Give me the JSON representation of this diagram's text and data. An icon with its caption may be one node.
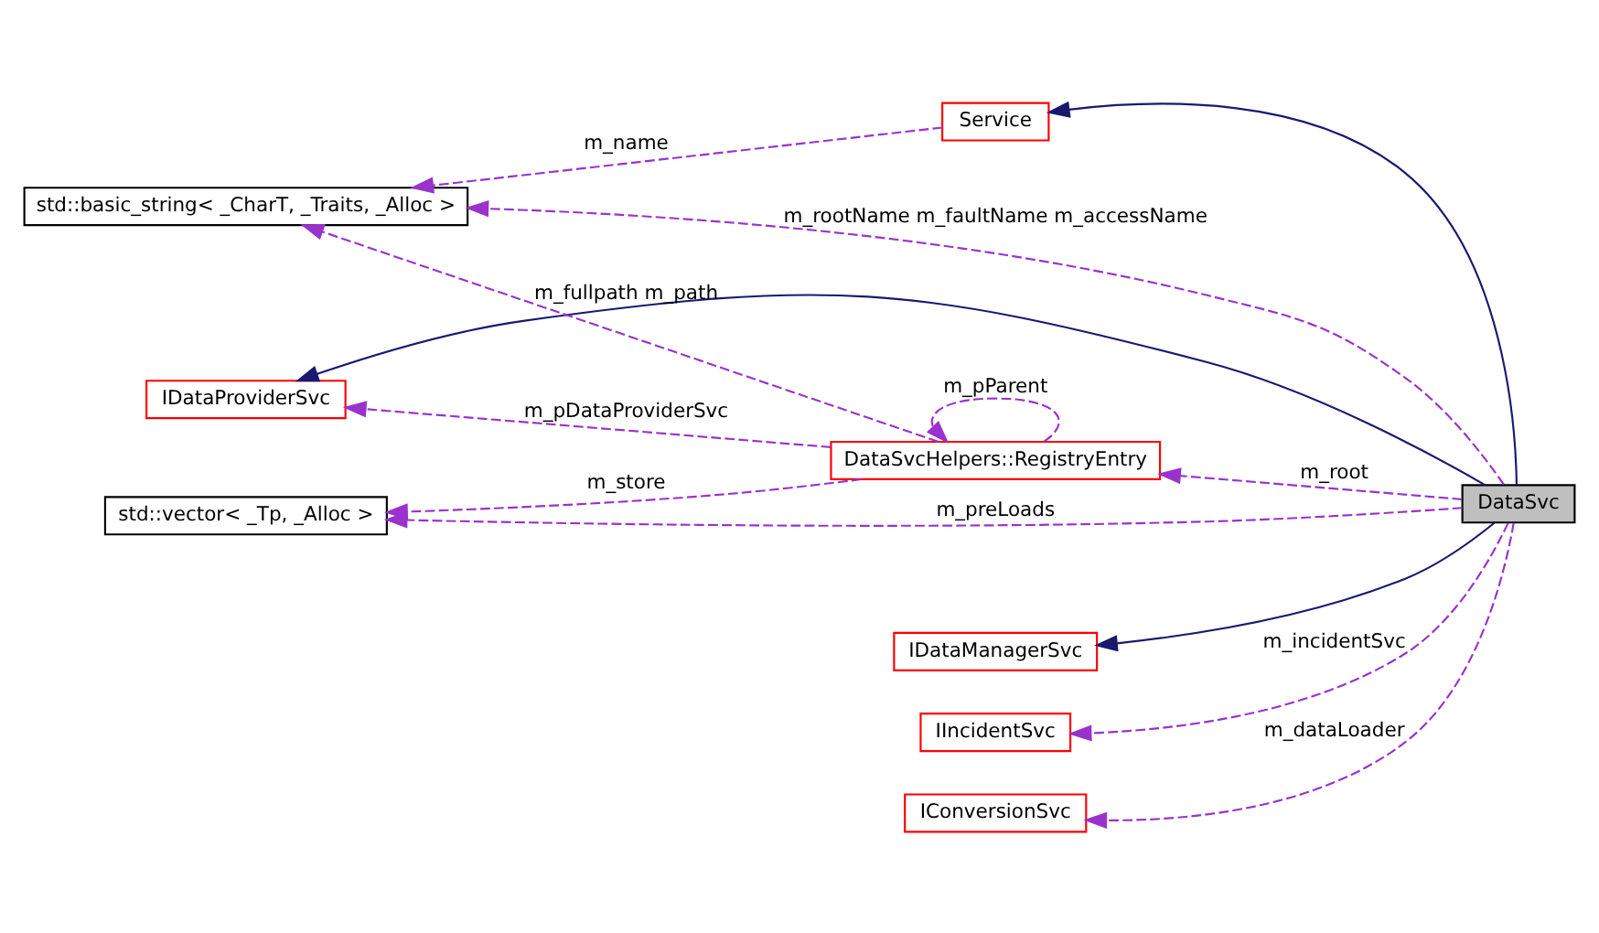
{
  "diagram": {
    "nodes": [
      {
        "text": [
          "Service"
        ]
      },
      {
        "text": [
          "std::basic_string< _CharT, _Traits, _Alloc >"
        ]
      },
      {
        "text": [
          "std::vector< _Tp, _Alloc >"
        ]
      },
      {
        "text": [
          "IDataManagerSvc"
        ]
      },
      {
        "text": [
          "DataSvc"
        ]
      },
      {
        "text": [
          "IIncidentSvc"
        ]
      },
      {
        "text": [
          "DataSvcHelpers::RegistryEntry"
        ]
      },
      {
        "text": [
          "IDataProviderSvc"
        ]
      },
      {
        "text": [
          "IConversionSvc"
        ]
      }
    ],
    "edges": [
      {
        "from": 4,
        "to": 0,
        "arrow": "to",
        "color": "#191970"
      },
      {
        "from": 0,
        "to": 1,
        "arrow": "to",
        "label": "m_name",
        "style": "dashed"
      },
      {
        "from": 4,
        "to": 1,
        "arrow": "to",
        "label": "m_rootName m_faultName m_accessName",
        "style": "dashed"
      },
      {
        "from": 6,
        "to": 1,
        "arrow": "to",
        "label": "m_fullpath m_path",
        "style": "dashed"
      },
      {
        "from": 4,
        "to": 2,
        "arrow": "to",
        "label": "m_preLoads",
        "style": "dashed"
      },
      {
        "from": 6,
        "to": 2,
        "arrow": "to",
        "label": "m_store",
        "style": "dashed"
      },
      {
        "from": 4,
        "to": 3,
        "arrow": "to",
        "color": "#191970"
      },
      {
        "from": 4,
        "to": 5,
        "arrow": "to",
        "label": "m_incidentSvc",
        "style": "dashed"
      },
      {
        "from": 4,
        "to": 6,
        "arrow": "to",
        "label": "m_root",
        "style": "dashed"
      },
      {
        "from": 6,
        "to": 6,
        "arrow": "to",
        "label": "m_pParent",
        "style": "dashed"
      },
      {
        "from": 6,
        "to": 7,
        "arrow": "to",
        "label": "m_pDataProviderSvc",
        "style": "dashed"
      },
      {
        "from": 4,
        "to": 7,
        "arrow": "to",
        "color": "#191970"
      },
      {
        "from": 4,
        "to": 8,
        "arrow": "to",
        "label": "m_dataLoader",
        "style": "dashed"
      }
    ]
  }
}
